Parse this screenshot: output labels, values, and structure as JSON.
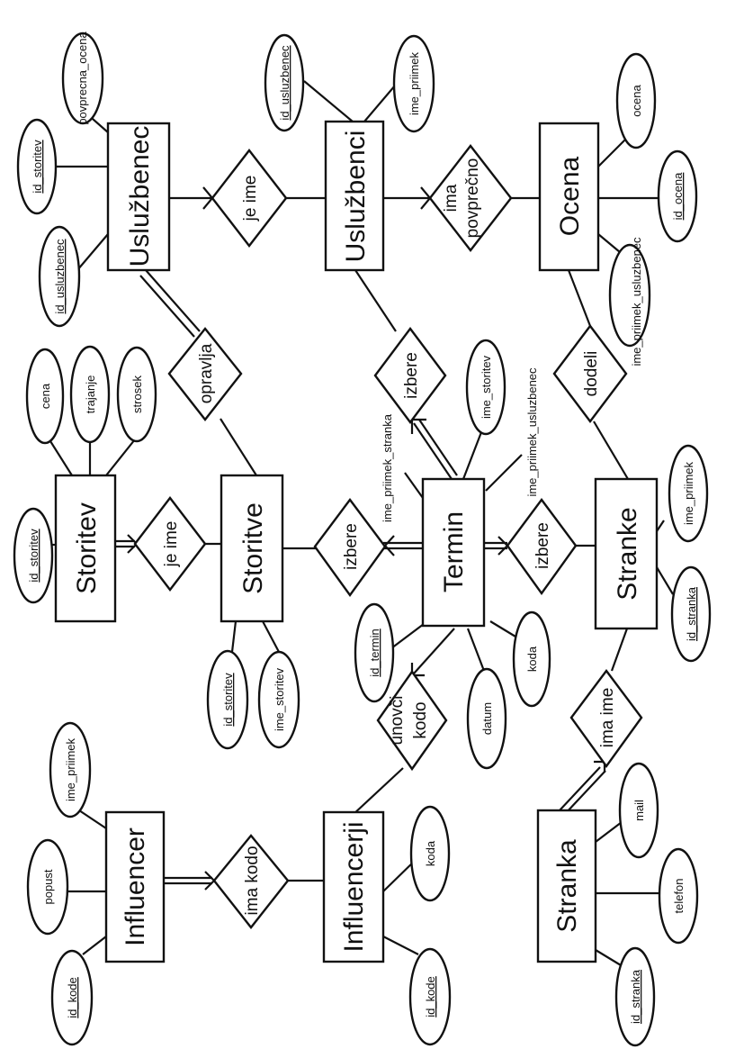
{
  "entities": {
    "usluzbenec": "Uslužbenec",
    "usluzbenci": "Uslužbenci",
    "ocena": "Ocena",
    "storitev": "Storitev",
    "storitve": "Storitve",
    "termin": "Termin",
    "stranke": "Stranke",
    "influencer": "Influencer",
    "influencerji": "Influencerji",
    "stranka": "Stranka"
  },
  "relationships": {
    "je_ime_1": "je ime",
    "ima_povprecno_1": "ima",
    "ima_povprecno_2": "povprečno",
    "opravlja": "opravlja",
    "izbere_1": "izbere",
    "dodeli": "dodeli",
    "je_ime_2": "je ime",
    "izbere_2": "izbere",
    "izbere_3": "izbere",
    "unovci_1": "unovči",
    "unovci_2": "kodo",
    "ima_ime": "ima ime",
    "ima_kodo": "ima kodo"
  },
  "attributes": {
    "povprecna_ocena": "povprecna_ocena",
    "id_storitev_1": "id_storitev",
    "id_usluzbenec_1": "id_usluzbenec",
    "id_usluzbenec_2": "id_usluzbenec",
    "ime_priimek_1": "ime_priimek",
    "ocena": "ocena",
    "id_ocena": "id_ocena",
    "ime_priimek_usluzbenec_1": "ime_priimek_usluzbenec",
    "cena": "cena",
    "trajanje": "trajanje",
    "strosek": "strosek",
    "id_storitev_2": "id_storitev",
    "id_storitev_3": "id_storitev",
    "ime_storitev_1": "ime_storitev",
    "ime_storitev_2": "ime_storitev",
    "ime_priimek_stranka": "ime_priimek_stranka",
    "ime_priimek_usluzbenec_2": "ime_priimek_usluzbenec",
    "id_termin": "id_termin",
    "datum": "datum",
    "koda_1": "koda",
    "ime_priimek_2": "ime_priimek",
    "id_stranka_1": "id_stranka",
    "ime_priimek_3": "ime_priimek",
    "popust": "popust",
    "id_kode_1": "id_kode",
    "koda_2": "koda",
    "id_kode_2": "id_kode",
    "mail": "mail",
    "telefon": "telefon",
    "id_stranka_2": "id_stranka"
  }
}
